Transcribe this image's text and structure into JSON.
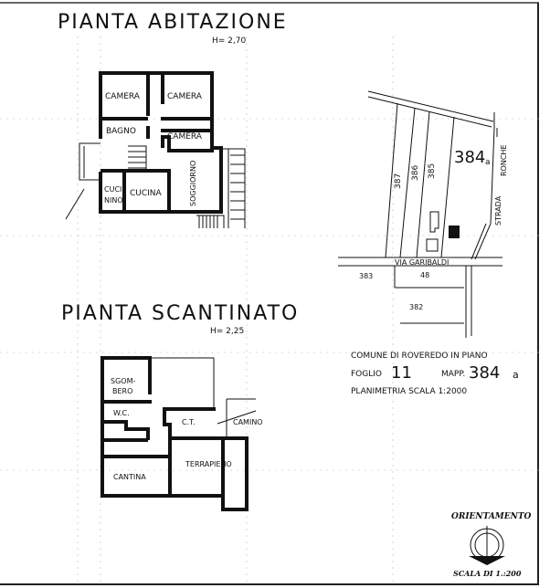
{
  "upper_plan": {
    "title": "PIANTA ABITAZIONE",
    "height_label": "H= 2,70",
    "rooms": [
      "CAMERA",
      "CAMERA",
      "BAGNO",
      "CAMERA",
      "CUCI",
      "NINO",
      "CUCINA",
      "SOGGIORNO"
    ]
  },
  "lower_plan": {
    "title": "PIANTA SCANTINATO",
    "height_label": "H= 2,25",
    "rooms": [
      "SGOM-",
      "BERO",
      "W.C.",
      "C.T.",
      "CAMINO",
      "CANTINA",
      "TERRAPIENO"
    ]
  },
  "site_map": {
    "parcels": [
      "387",
      "386",
      "385",
      "384",
      "a",
      "383",
      "48",
      "382"
    ],
    "roads": [
      "STRADA",
      "RONCHE",
      "VIA GARIBALDI"
    ],
    "comune": "COMUNE DI ROVEREDO IN PIANO",
    "foglio_label": "FOGLIO",
    "foglio_value": "11",
    "mappale_label": "MAPP.",
    "mappale_value": "384",
    "mappale_suffix": "a",
    "planimetria": "PLANIMETRIA SCALA 1:2000"
  },
  "orientation": {
    "title": "ORIENTAMENTO",
    "scale": "SCALA DI 1.:200"
  }
}
